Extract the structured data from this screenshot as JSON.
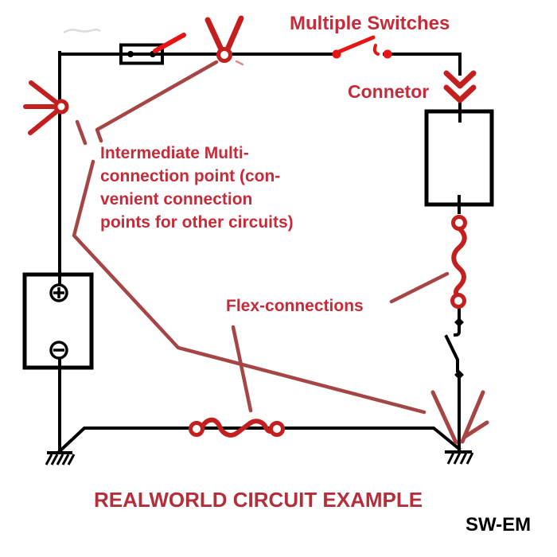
{
  "diagram": {
    "type": "hand-annotated circuit schematic",
    "title": "REALWORLD CIRCUIT EXAMPLE",
    "signature": "SW-EM",
    "labels": {
      "multiple_switches": "Multiple Switches",
      "connector": "Connetor",
      "flex_connections": "Flex-connections",
      "intermediate": {
        "lines": [
          "Intermediate Multi-",
          "connection point (con-",
          "venient connection",
          "points for other circuits)"
        ]
      }
    },
    "components": [
      "battery with + and - terminals (left)",
      "fuse/switch block with red blade (top left)",
      "intermediate multi-connection point starburst (left wire)",
      "intermediate multi-connection point V (top wire)",
      "inline open switch with two contacts (top, Multiple Switches)",
      "double-chevron connector (top right)",
      "load box (right)",
      "flex-connection coil (right vertical wire)",
      "inline open switch (right vertical wire)",
      "flex-connection coil (bottom wire)",
      "chassis ground (bottom left)",
      "chassis ground with starburst (bottom right)"
    ],
    "colors": {
      "background": "#ffffff",
      "wire_black": "#000000",
      "symbol_red": "#c41f1f",
      "bright_red": "#e81414",
      "leader_red": "#a64545",
      "label_red": "#c52b38",
      "title_red": "#b42f3a"
    }
  }
}
